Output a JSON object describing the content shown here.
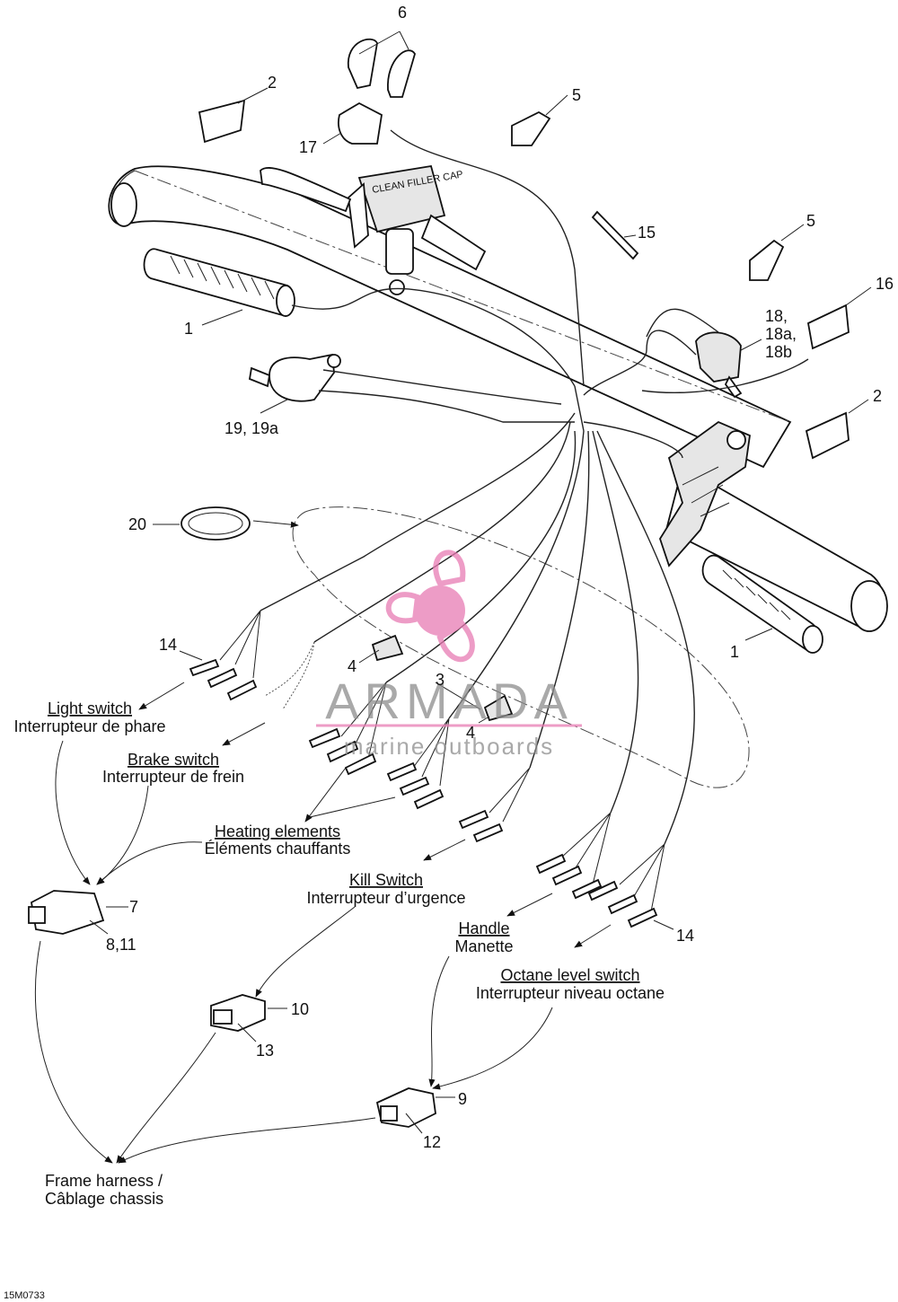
{
  "diagram_code": "15M0733",
  "watermark": {
    "brand": "ARMADA",
    "tagline": "marine outboards",
    "color": "#e87bb3",
    "text_color": "#8d8d8d"
  },
  "callouts": {
    "n1_grip_left": "1",
    "n1_grip_right": "1",
    "n2_tape_left": "2",
    "n2_tape_right": "2",
    "n3": "3",
    "n4_upper": "4",
    "n4_lower": "4",
    "n5_upper": "5",
    "n5_lower": "5",
    "n6": "6",
    "n7": "7",
    "n8_11": "8,11",
    "n9": "9",
    "n10": "10",
    "n12": "12",
    "n13": "13",
    "n14_left": "14",
    "n14_right": "14",
    "n15": "15",
    "n16": "16",
    "n17": "17",
    "n18_a": "18,",
    "n18_b": "18a,",
    "n18_c": "18b",
    "n19": "19, 19a",
    "n20": "20"
  },
  "labels": {
    "light_switch_en": "Light switch",
    "light_switch_fr": "Interrupteur de phare",
    "brake_switch_en": "Brake switch",
    "brake_switch_fr": "Interrupteur de frein",
    "heating_en": "Heating elements",
    "heating_fr": "Éléments chauffants",
    "kill_en": "Kill Switch",
    "kill_fr": "Interrupteur d’urgence",
    "handle_en": "Handle",
    "handle_fr": "Manette",
    "octane_en": "Octane level switch",
    "octane_fr": "Interrupteur niveau octane",
    "frame_en": "Frame harness /",
    "frame_fr": "Câblage chassis"
  }
}
